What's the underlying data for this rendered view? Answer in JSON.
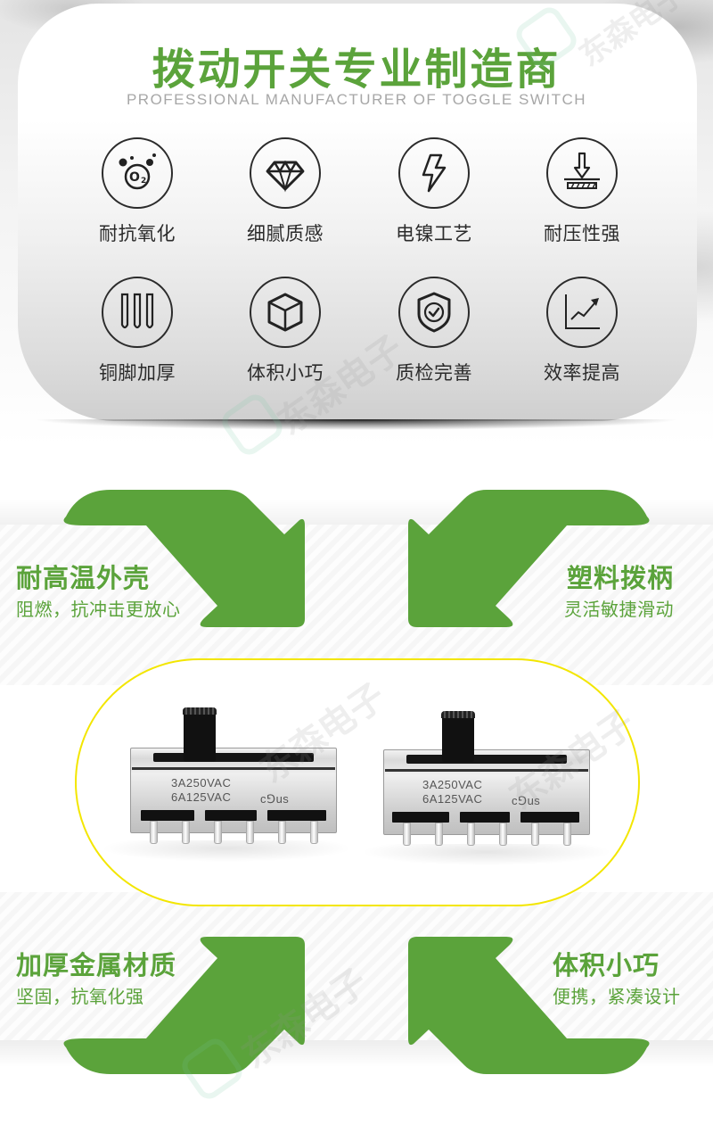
{
  "header": {
    "title": "拨动开关专业制造商",
    "subtitle": "PROFESSIONAL MANUFACTURER OF TOGGLE SWITCH"
  },
  "features": [
    {
      "icon": "oxygen-bubbles-icon",
      "label": "耐抗氧化"
    },
    {
      "icon": "diamond-icon",
      "label": "细腻质感"
    },
    {
      "icon": "lightning-bolt-icon",
      "label": "电镍工艺"
    },
    {
      "icon": "press-down-arrow-icon",
      "label": "耐压性强"
    },
    {
      "icon": "copper-pins-icon",
      "label": "铜脚加厚"
    },
    {
      "icon": "cube-icon",
      "label": "体积小巧"
    },
    {
      "icon": "shield-check-icon",
      "label": "质检完善"
    },
    {
      "icon": "rising-chart-icon",
      "label": "效率提高"
    }
  ],
  "callouts": {
    "top_left": {
      "title": "耐高温外壳",
      "desc": "阻燃，抗冲击更放心"
    },
    "top_right": {
      "title": "塑料拨柄",
      "desc": "灵活敏捷滑动"
    },
    "bottom_left": {
      "title": "加厚金属材质",
      "desc": "坚固，抗氧化强"
    },
    "bottom_right": {
      "title": "体积小巧",
      "desc": "便携，紧凑设计"
    }
  },
  "product": {
    "marking_line1": "3A250VAC",
    "marking_line2": "6A125VAC",
    "cert_mark": "c⅁us"
  },
  "watermark": {
    "text": "东森电子"
  },
  "colors": {
    "brand_green": "#5ba33b",
    "frame_yellow": "#f3e600",
    "subtitle_gray": "#a7a7a7",
    "text_dark": "#2b2b2b"
  }
}
